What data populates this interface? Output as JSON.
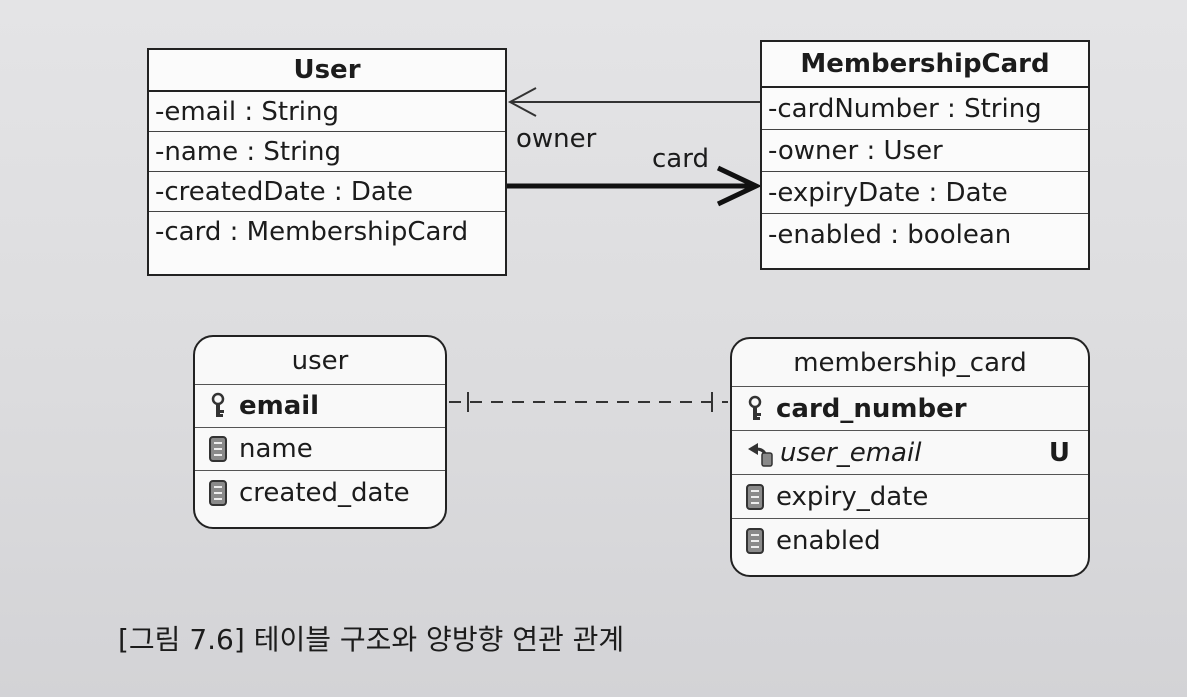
{
  "user_class": {
    "name": "User",
    "attributes": [
      "-email : String",
      "-name : String",
      "-createdDate : Date",
      "-card : MembershipCard"
    ]
  },
  "card_class": {
    "name": "MembershipCard",
    "attributes": [
      "-cardNumber : String",
      "-owner : User",
      "-expiryDate : Date",
      "-enabled : boolean"
    ]
  },
  "associations": {
    "owner_label": "owner",
    "card_label": "card"
  },
  "user_table": {
    "name": "user",
    "columns": [
      "email",
      "name",
      "created_date"
    ]
  },
  "card_table": {
    "name": "membership_card",
    "columns": [
      "card_number",
      "user_email",
      "expiry_date",
      "enabled"
    ],
    "unique_marker": "U"
  },
  "caption": "[그림 7.6] 테이블 구조와 양방향 연관 관계"
}
